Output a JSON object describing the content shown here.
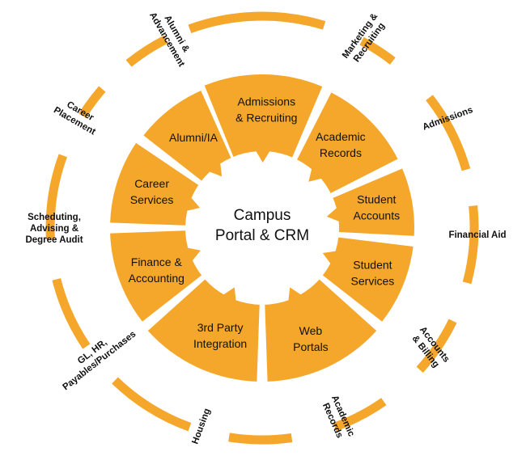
{
  "colors": {
    "accent": "#F4A72A",
    "text": "#111111",
    "background": "#FFFFFF"
  },
  "center": {
    "line1": "Campus",
    "line2": "Portal & CRM"
  },
  "segments": [
    {
      "id": "admissions-recruiting",
      "lines": [
        "Admissions",
        "& Recruiting"
      ]
    },
    {
      "id": "academic-records",
      "lines": [
        "Academic",
        "Records"
      ]
    },
    {
      "id": "student-accounts",
      "lines": [
        "Student",
        "Accounts"
      ]
    },
    {
      "id": "student-services",
      "lines": [
        "Student",
        "Services"
      ]
    },
    {
      "id": "web-portals",
      "lines": [
        "Web",
        "Portals"
      ]
    },
    {
      "id": "3rd-party-integration",
      "lines": [
        "3rd Party",
        "Integration"
      ]
    },
    {
      "id": "finance-accounting",
      "lines": [
        "Finance &",
        "Accounting"
      ]
    },
    {
      "id": "career-services",
      "lines": [
        "Career",
        "Services"
      ]
    },
    {
      "id": "alumni-ia",
      "lines": [
        "Alumni/IA"
      ]
    }
  ],
  "outer_labels": [
    {
      "id": "marketing-recruiting",
      "lines": [
        "Marketing &",
        "Recruiting"
      ]
    },
    {
      "id": "admissions",
      "lines": [
        "Admissions"
      ]
    },
    {
      "id": "financial-aid",
      "lines": [
        "Financial Aid"
      ]
    },
    {
      "id": "accounts-billing",
      "lines": [
        "Accounts",
        "& Billing"
      ]
    },
    {
      "id": "academic-records",
      "lines": [
        "Academic",
        "Records"
      ]
    },
    {
      "id": "housing",
      "lines": [
        "Housing"
      ]
    },
    {
      "id": "gl-hr-payables",
      "lines": [
        "GL, HR,",
        "Payables/Purchases"
      ]
    },
    {
      "id": "scheduling-advising",
      "lines": [
        "Scheduting,",
        "Advising &",
        "Degree Audit"
      ]
    },
    {
      "id": "career-placement",
      "lines": [
        "Career",
        "Placement"
      ]
    },
    {
      "id": "alumni-advancement",
      "lines": [
        "Alumni &",
        "Advancement"
      ]
    }
  ]
}
